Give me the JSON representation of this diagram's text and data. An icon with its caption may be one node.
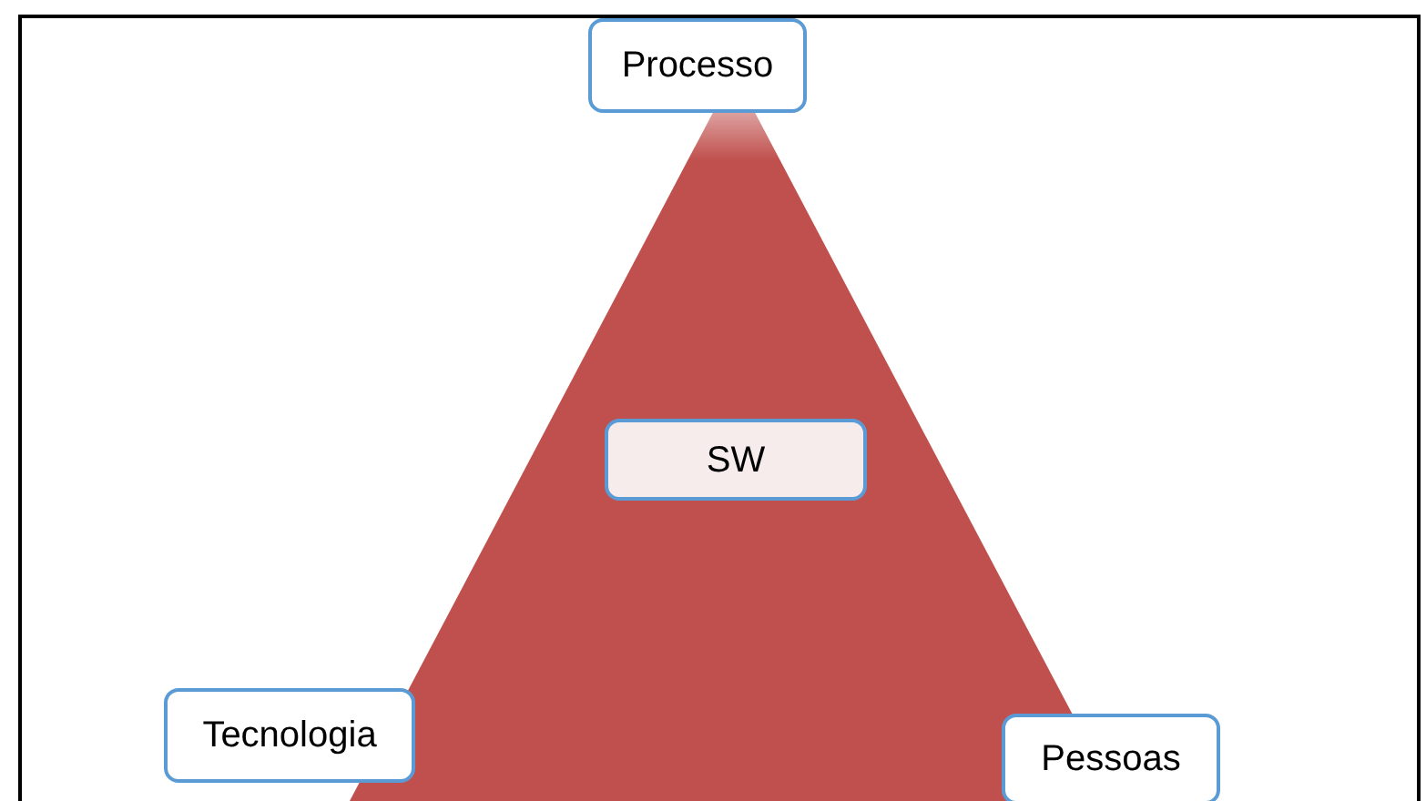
{
  "diagram": {
    "nodes": [
      {
        "text": [
          "Processo"
        ]
      },
      {
        "text": [
          "SW"
        ]
      },
      {
        "text": [
          "Tecnologia"
        ]
      },
      {
        "text": [
          "Pessoas"
        ]
      }
    ]
  }
}
